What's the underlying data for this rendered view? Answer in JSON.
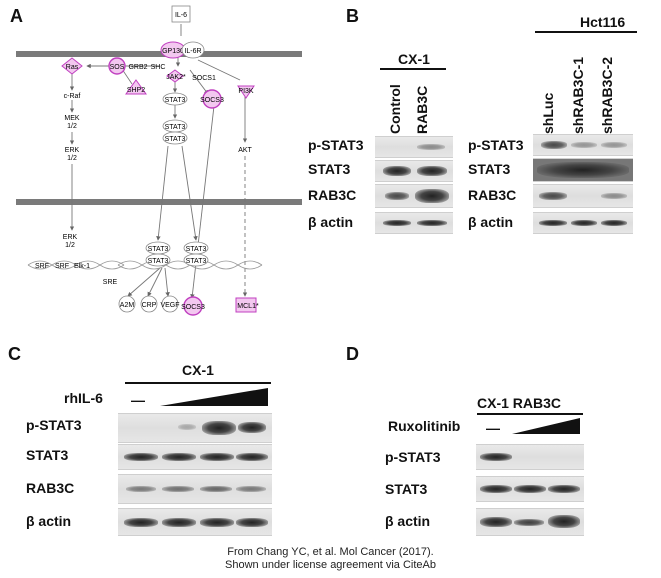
{
  "panels": {
    "a": "A",
    "b": "B",
    "c": "C",
    "d": "D"
  },
  "pathway": {
    "nodes": {
      "il6": "IL-6",
      "gp130": "GP130",
      "il6r": "IL-6R",
      "ras": "Ras",
      "sos": "SOS",
      "grb2": "GRB2",
      "shc": "SHC",
      "shp2": "SHP2",
      "jak2": "JAK2*",
      "socs1": "SOCS1",
      "stat3_a": "STAT3",
      "socs3_a": "SOCS3",
      "pi3k": "PI3K",
      "craf": "c-Raf",
      "mek": "MEK",
      "mek_sub": "1/2",
      "erk": "ERK",
      "erk_sub": "1/2",
      "stat3_b1": "STAT3",
      "stat3_b2": "STAT3",
      "akt": "AKT",
      "erk_n": "ERK",
      "erk_n_sub": "1/2",
      "srf1": "SRF",
      "srf2": "SRF",
      "elk1": "Elk-1",
      "sre": "SRE",
      "stat3_n1": "STAT3",
      "stat3_n2": "STAT3",
      "stat3_n3": "STAT3",
      "stat3_n4": "STAT3",
      "a2m": "A2M",
      "crp": "CRP",
      "vegf": "VEGF",
      "socs3_n": "SOCS3",
      "mcl1": "MCL1*"
    }
  },
  "panel_b": {
    "left_group": "CX-1",
    "left_cols": [
      "Control",
      "RAB3C"
    ],
    "right_group": "Hct116",
    "right_cols": [
      "shLuc",
      "shRAB3C-1",
      "shRAB3C-2"
    ],
    "rows": [
      "p-STAT3",
      "STAT3",
      "RAB3C",
      "β actin"
    ]
  },
  "panel_c": {
    "group": "CX-1",
    "treatment": "rhIL-6",
    "minus": "—",
    "rows": [
      "p-STAT3",
      "STAT3",
      "RAB3C",
      "β actin"
    ]
  },
  "panel_d": {
    "group": "CX-1 RAB3C",
    "treatment": "Ruxolitinib",
    "minus": "—",
    "rows": [
      "p-STAT3",
      "STAT3",
      "β actin"
    ]
  },
  "credit": {
    "line1": "From Chang YC, et al. Mol Cancer (2017).",
    "line2": "Shown under license agreement via CiteAb"
  },
  "colors": {
    "node_magenta": "#c040c0",
    "node_fill": "#f3c8f0",
    "membrane": "#7a7a7a"
  }
}
